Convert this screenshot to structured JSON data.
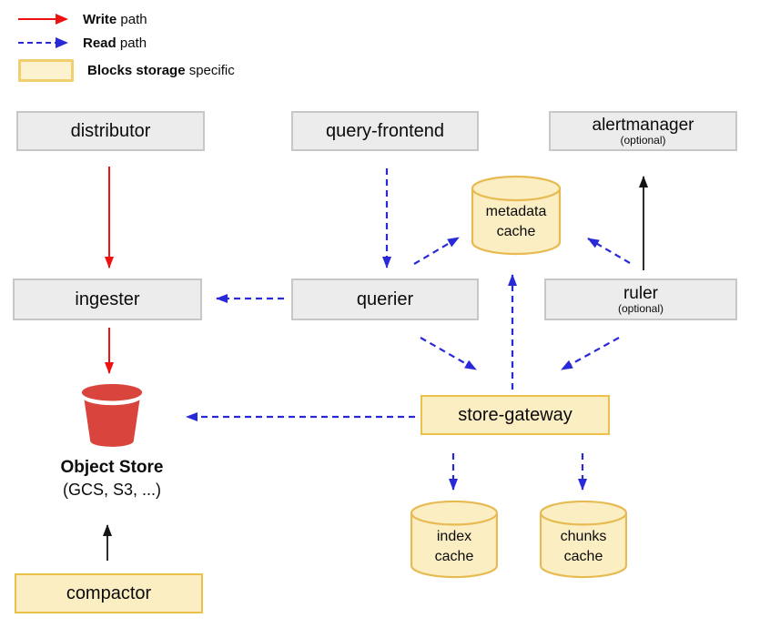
{
  "colors": {
    "write_path": "#ee1111",
    "read_path": "#2929d8",
    "neutral_arrow": "#141414",
    "gray_box_bg": "#ececec",
    "gray_box_border": "#c7c7c7",
    "yellow_bg": "#fbeec3",
    "yellow_border": "#edc04e",
    "bucket_red": "#d9453c"
  },
  "legend": {
    "items": [
      {
        "bold": "Write",
        "rest": " path"
      },
      {
        "bold": "Read",
        "rest": " path"
      },
      {
        "bold": "Blocks storage",
        "rest": " specific"
      }
    ]
  },
  "nodes": {
    "distributor": {
      "label": "distributor"
    },
    "query_frontend": {
      "label": "query-frontend"
    },
    "alertmanager": {
      "label": "alertmanager",
      "sublabel": "(optional)"
    },
    "ingester": {
      "label": "ingester"
    },
    "querier": {
      "label": "querier"
    },
    "ruler": {
      "label": "ruler",
      "sublabel": "(optional)"
    },
    "store_gateway": {
      "label": "store-gateway"
    },
    "compactor": {
      "label": "compactor"
    },
    "metadata_cache": {
      "label": "metadata\ncache"
    },
    "index_cache": {
      "label": "index\ncache"
    },
    "chunks_cache": {
      "label": "chunks\ncache"
    },
    "object_store": {
      "label": "Object Store",
      "sublabel": "(GCS, S3, ...)"
    }
  }
}
